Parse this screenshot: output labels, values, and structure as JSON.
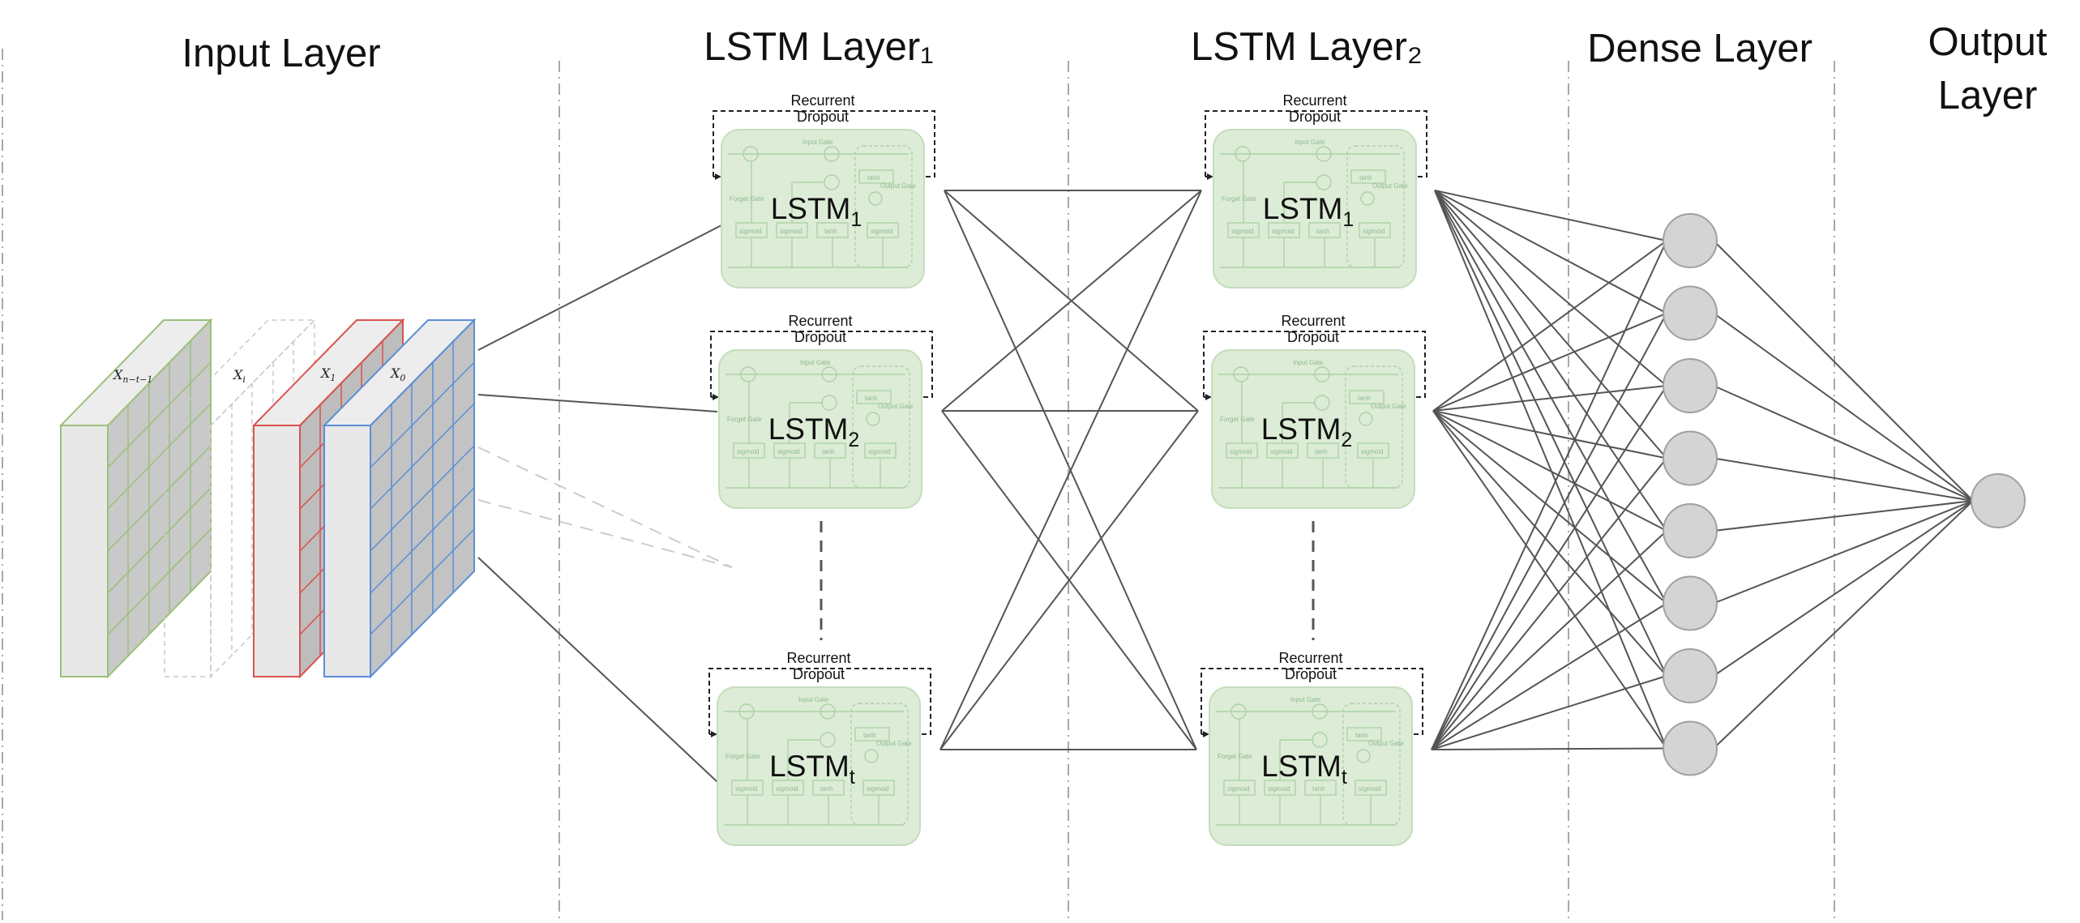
{
  "headers": {
    "input": "Input Layer",
    "lstm1": "LSTM Layer₁",
    "lstm2": "LSTM Layer₂",
    "dense": "Dense Layer",
    "output_line1": "Output",
    "output_line2": "Layer"
  },
  "dropout_label": {
    "line1": "Recurrent",
    "line2": "Dropout"
  },
  "input_slices": [
    {
      "label": "X",
      "sub": "n−t−1",
      "color": "#9bc07a"
    },
    {
      "label": "X",
      "sub": "i",
      "color": "#c8c8c8"
    },
    {
      "label": "X",
      "sub": "1",
      "color": "#d9534f"
    },
    {
      "label": "X",
      "sub": "0",
      "color": "#5b8ed6"
    }
  ],
  "lstm_layers": [
    {
      "cells": [
        {
          "label": "LSTM",
          "sub": "1"
        },
        {
          "label": "LSTM",
          "sub": "2"
        },
        {
          "label": "LSTM",
          "sub": "t"
        }
      ]
    },
    {
      "cells": [
        {
          "label": "LSTM",
          "sub": "1"
        },
        {
          "label": "LSTM",
          "sub": "2"
        },
        {
          "label": "LSTM",
          "sub": "t"
        }
      ]
    }
  ],
  "cell_inner_labels": [
    "sigmoid",
    "sigmoid",
    "tanh",
    "sigmoid",
    "tanh",
    "Forget Gate",
    "Input Gate",
    "Output Gate"
  ],
  "dense_neuron_count": 8,
  "output_neuron_count": 1,
  "colors": {
    "cell_fill": "#dcecd6",
    "cell_stroke": "#c5ddbd",
    "neuron_fill": "#d4d4d4",
    "neuron_stroke": "#a0a0a0",
    "connection": "#555555",
    "divider": "#a8a8a8"
  }
}
